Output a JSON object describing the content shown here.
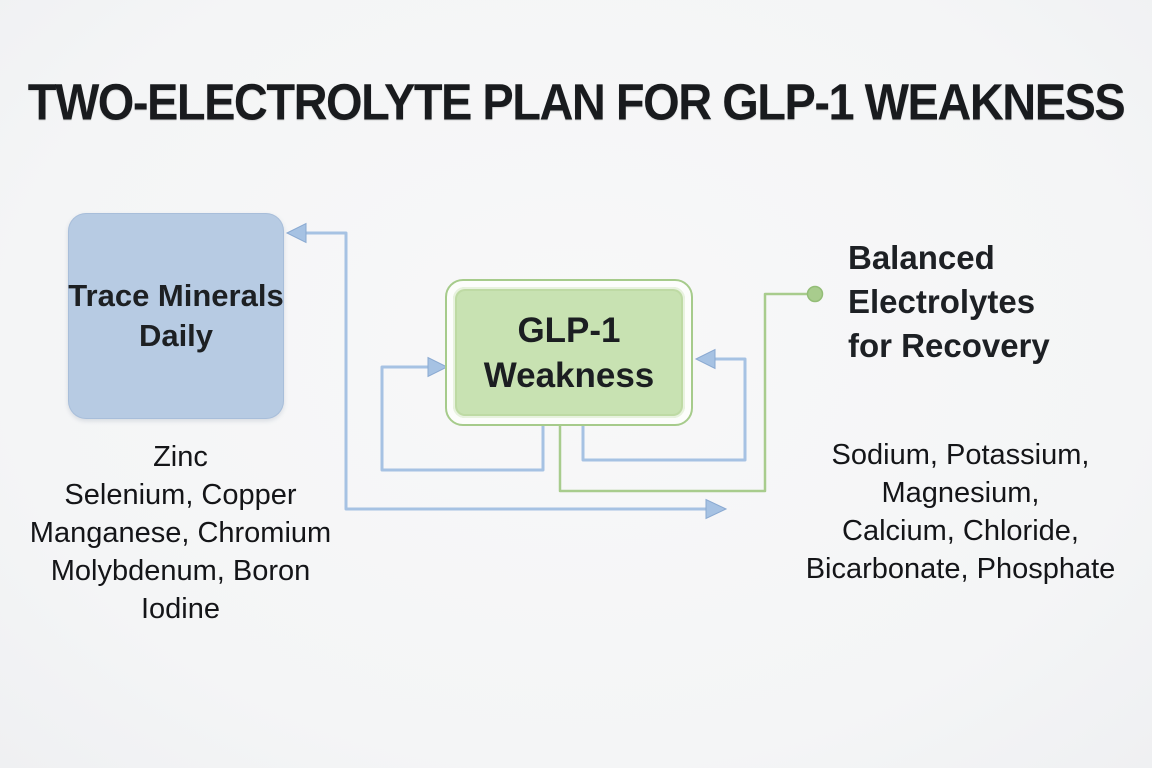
{
  "title": "TWO-ELECTROLYTE PLAN FOR GLP-1 WEAKNESS",
  "nodes": {
    "trace_minerals": {
      "label": "Trace Minerals\nDaily"
    },
    "glp1_weakness": {
      "label": "GLP-1\nWeakness"
    },
    "balanced_electrolytes": {
      "label": "Balanced\nElectrolytes\nfor Recovery"
    }
  },
  "lists": {
    "trace_minerals_items": [
      "Zinc",
      "Selenium, Copper",
      "Manganese, Chromium",
      "Molybdenum, Boron",
      "Iodine"
    ],
    "electrolyte_items": [
      "Sodium, Potassium,",
      "Magnesium,",
      "Calcium, Chloride,",
      "Bicarbonate, Phosphate"
    ]
  },
  "colors": {
    "background": "#f5f6f7",
    "text_dark": "#191b1e",
    "blue_node_fill": "#b7cbe3",
    "blue_connector": "#a6c2e3",
    "green_border": "#a6cb8b",
    "green_node_fill": "#c8e2b2",
    "green_connector": "#a8cc8d"
  }
}
